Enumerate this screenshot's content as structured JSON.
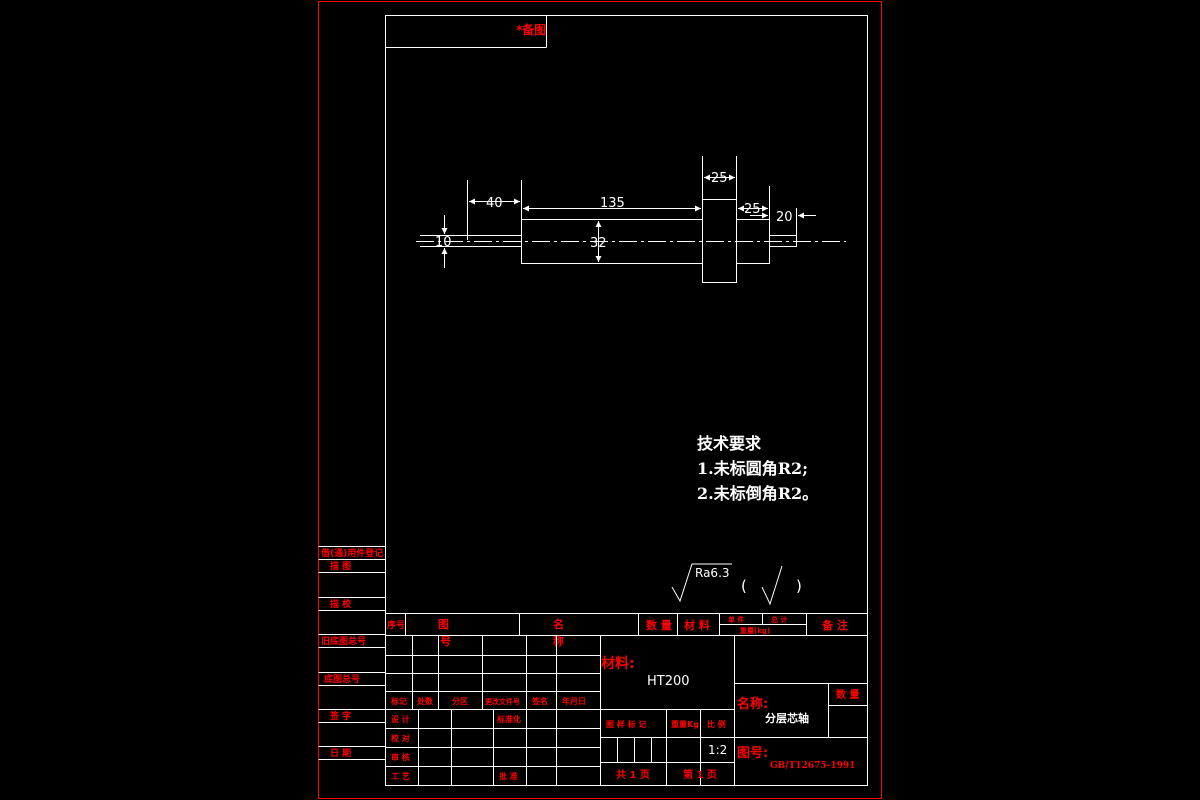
{
  "colors": {
    "background": "#000000",
    "frame": "#ff0000",
    "geometry": "#ffffff",
    "label": "#ff0000"
  },
  "corner_tag": "*备图",
  "dimensions": {
    "d40": "40",
    "d135": "135",
    "d25_top": "25",
    "d25_mid": "25",
    "d20": "20",
    "d10": "10",
    "d32": "32"
  },
  "tech_requirements": {
    "title": "技术要求",
    "line1": "1.未标圆角R2;",
    "line2": "2.未标倒角R2。"
  },
  "roughness": {
    "value": "Ra6.3",
    "paren_left": "(",
    "paren_right": ")"
  },
  "left_strip": {
    "r1": "借(通)用件登记",
    "r2": "描  图",
    "r3": "描  校",
    "r4": "旧底图总号",
    "r5": "底图总号",
    "r6": "签  字",
    "r7": "日  期"
  },
  "parts_header": {
    "seq": "序号",
    "code": "图",
    "code2": "号",
    "name": "名",
    "name2": "称",
    "qty": "数 量",
    "material": "材 料",
    "single": "单 件",
    "total": "总 计",
    "weight": "重量(kg)",
    "remark": "备 注"
  },
  "change_log": {
    "mark": "标记",
    "count": "处数",
    "zone": "分区",
    "doc": "更改文件号",
    "sign": "签名",
    "date": "年月日"
  },
  "approval": {
    "design": "设 计",
    "standard": "标准化",
    "check": "校 对",
    "review": "审 核",
    "process": "工 艺",
    "approve": "批 准"
  },
  "title_block": {
    "material_label": "材料:",
    "material_value": "HT200",
    "stage_mark": "图 样 标 记",
    "weight_kg": "重量Kg",
    "scale_label": "比 例",
    "scale_value": "1:2",
    "total_sheets": "共 1 页",
    "sheet_no": "第 1 页",
    "name_label": "名称:",
    "name_value": "分层芯轴",
    "qty_label": "数 量",
    "drawing_no_label": "图号:",
    "drawing_no_value": "GB/T12675-1991"
  }
}
